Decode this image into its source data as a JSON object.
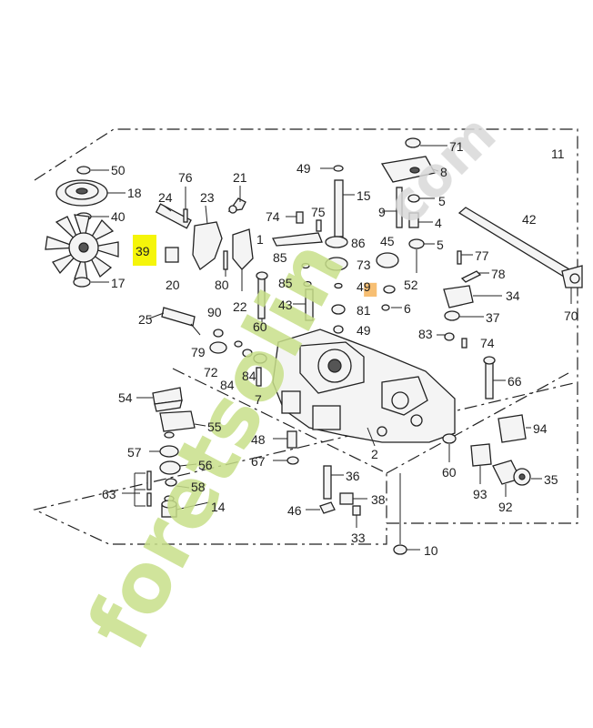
{
  "diagram": {
    "highlight_color": "#f5f50a",
    "watermark": {
      "text_main": "foretsolin",
      "text_dot": ".",
      "text_tail": "com",
      "color_main": "#c8e08a",
      "color_dot": "#f6b45a",
      "color_tail": "#d9d9d9"
    },
    "callouts": [
      {
        "id": "50",
        "label": "50"
      },
      {
        "id": "18",
        "label": "18"
      },
      {
        "id": "40",
        "label": "40"
      },
      {
        "id": "39",
        "label": "39"
      },
      {
        "id": "17",
        "label": "17"
      },
      {
        "id": "76",
        "label": "76"
      },
      {
        "id": "21",
        "label": "21"
      },
      {
        "id": "24",
        "label": "24"
      },
      {
        "id": "23",
        "label": "23"
      },
      {
        "id": "20",
        "label": "20"
      },
      {
        "id": "80",
        "label": "80"
      },
      {
        "id": "22",
        "label": "22"
      },
      {
        "id": "49a",
        "label": "49"
      },
      {
        "id": "15",
        "label": "15"
      },
      {
        "id": "74a",
        "label": "74"
      },
      {
        "id": "75",
        "label": "75"
      },
      {
        "id": "1",
        "label": "1"
      },
      {
        "id": "86",
        "label": "86"
      },
      {
        "id": "85a",
        "label": "85"
      },
      {
        "id": "85b",
        "label": "85"
      },
      {
        "id": "73",
        "label": "73"
      },
      {
        "id": "49b",
        "label": "49"
      },
      {
        "id": "43",
        "label": "43"
      },
      {
        "id": "81",
        "label": "81"
      },
      {
        "id": "49c",
        "label": "49"
      },
      {
        "id": "6",
        "label": "6"
      },
      {
        "id": "45",
        "label": "45"
      },
      {
        "id": "52",
        "label": "52"
      },
      {
        "id": "71",
        "label": "71"
      },
      {
        "id": "8",
        "label": "8"
      },
      {
        "id": "5a",
        "label": "5"
      },
      {
        "id": "9",
        "label": "9"
      },
      {
        "id": "4",
        "label": "4"
      },
      {
        "id": "5b",
        "label": "5"
      },
      {
        "id": "11",
        "label": "11"
      },
      {
        "id": "42",
        "label": "42"
      },
      {
        "id": "77",
        "label": "77"
      },
      {
        "id": "78",
        "label": "78"
      },
      {
        "id": "34",
        "label": "34"
      },
      {
        "id": "37",
        "label": "37"
      },
      {
        "id": "70",
        "label": "70"
      },
      {
        "id": "83",
        "label": "83"
      },
      {
        "id": "74b",
        "label": "74"
      },
      {
        "id": "25",
        "label": "25"
      },
      {
        "id": "90",
        "label": "90"
      },
      {
        "id": "60a",
        "label": "60"
      },
      {
        "id": "79",
        "label": "79"
      },
      {
        "id": "72",
        "label": "72"
      },
      {
        "id": "84a",
        "label": "84"
      },
      {
        "id": "84b",
        "label": "84"
      },
      {
        "id": "7",
        "label": "7"
      },
      {
        "id": "54",
        "label": "54"
      },
      {
        "id": "55",
        "label": "55"
      },
      {
        "id": "57",
        "label": "57"
      },
      {
        "id": "56",
        "label": "56"
      },
      {
        "id": "63",
        "label": "63"
      },
      {
        "id": "58",
        "label": "58"
      },
      {
        "id": "14",
        "label": "14"
      },
      {
        "id": "48",
        "label": "48"
      },
      {
        "id": "67",
        "label": "67"
      },
      {
        "id": "2",
        "label": "2"
      },
      {
        "id": "36",
        "label": "36"
      },
      {
        "id": "46",
        "label": "46"
      },
      {
        "id": "38",
        "label": "38"
      },
      {
        "id": "33",
        "label": "33"
      },
      {
        "id": "66",
        "label": "66"
      },
      {
        "id": "94",
        "label": "94"
      },
      {
        "id": "60b",
        "label": "60"
      },
      {
        "id": "93",
        "label": "93"
      },
      {
        "id": "92",
        "label": "92"
      },
      {
        "id": "35",
        "label": "35"
      },
      {
        "id": "10",
        "label": "10"
      }
    ]
  }
}
